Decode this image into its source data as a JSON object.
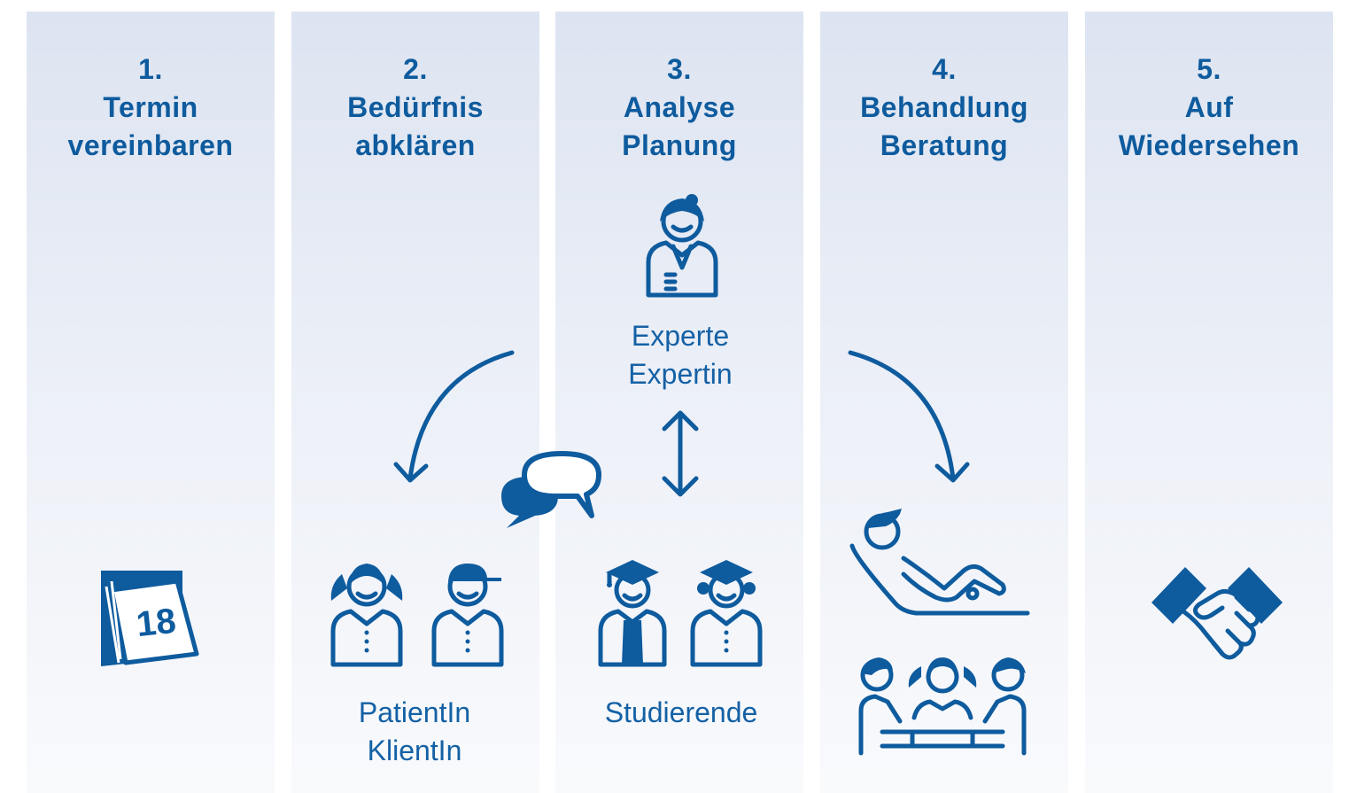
{
  "steps": [
    {
      "number": "1.",
      "line1": "Termin",
      "line2": "vereinbaren"
    },
    {
      "number": "2.",
      "line1": "Bedürfnis",
      "line2": "abklären"
    },
    {
      "number": "3.",
      "line1": "Analyse",
      "line2": "Planung"
    },
    {
      "number": "4.",
      "line1": "Behandlung",
      "line2": "Beratung"
    },
    {
      "number": "5.",
      "line1": "Auf",
      "line2": "Wiedersehen"
    }
  ],
  "labels": {
    "expert": {
      "line1": "Experte",
      "line2": "Expertin"
    },
    "patient": {
      "line1": "PatientIn",
      "line2": "KlientIn"
    },
    "students": "Studierende"
  },
  "calendar_day": "18",
  "icons": {
    "calendar": "calendar-icon",
    "expert": "expert-person-icon",
    "girl": "girl-patient-icon",
    "boy": "boy-client-icon",
    "speech": "speech-bubbles-icon",
    "student_male": "student-graduate-icon",
    "student_female": "student-graduate-female-icon",
    "reclining": "reclining-patient-icon",
    "group": "group-counseling-icon",
    "handshake": "handshake-icon",
    "arrow_left": "curved-arrow-left-icon",
    "arrow_right": "curved-arrow-right-icon",
    "double_arrow": "double-arrow-vertical-icon"
  },
  "colors": {
    "accent": "#0e5b9e",
    "column_top": "#dde4f1",
    "column_bottom": "#f9fafc"
  }
}
